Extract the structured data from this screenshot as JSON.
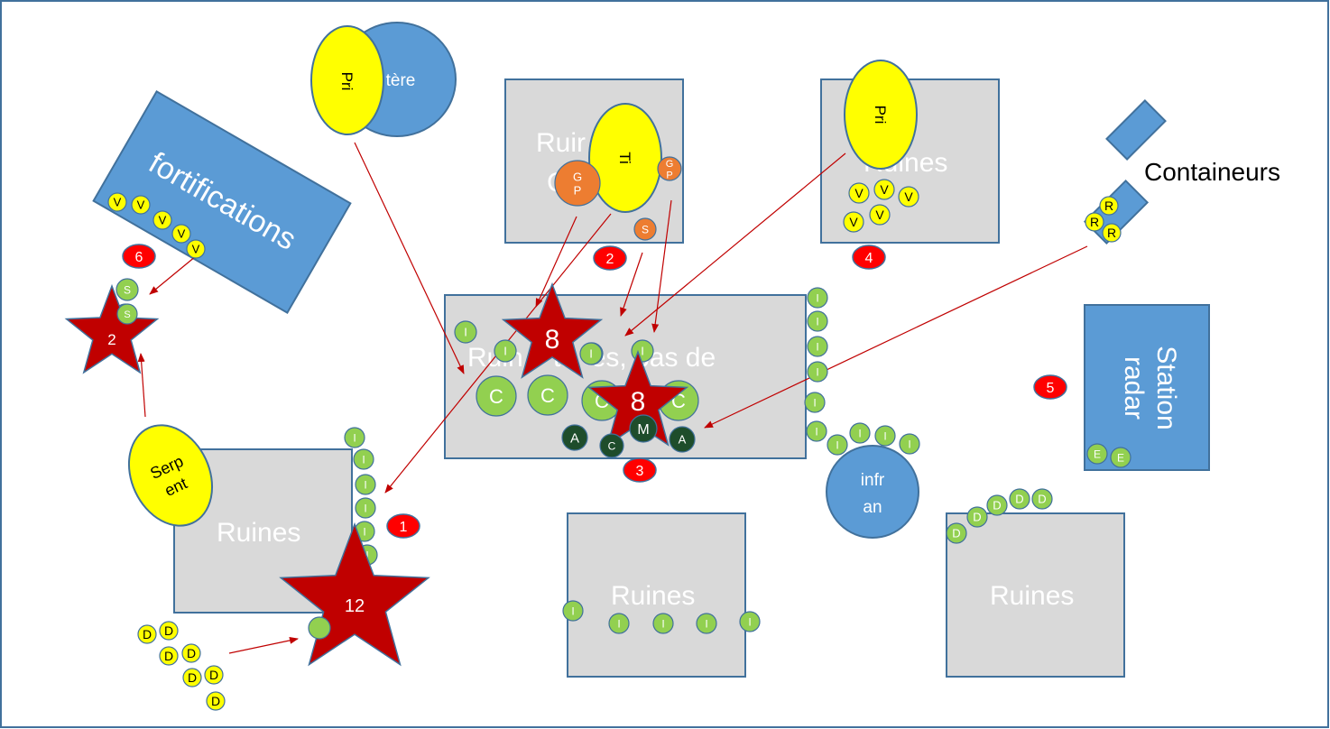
{
  "colors": {
    "ruin_fill": "#d9d9d9",
    "ruin_stroke": "#41719c",
    "blue": "#5b9bd5",
    "yellow": "#ffff00",
    "green": "#92d050",
    "dark_green": "#1e4d2b",
    "orange": "#ed7d31",
    "red_badge": "#ff0000",
    "star_fill": "#c00000",
    "arrow": "#c00000",
    "frame": "#41719c"
  },
  "labels": {
    "fortifications": "fortifications",
    "containeurs": "Containeurs",
    "station_radar_line1": "Station",
    "station_radar_line2": "radar",
    "cimetiere": "tère",
    "infran_line1": "infr",
    "infran_line2": "an",
    "serpent_line1": "Serp",
    "serpent_line2": "ent",
    "ruins_top": "Ruir",
    "ruins_top_2": "C",
    "ruins_right_top": "Ruines",
    "ruins_center": "Ruin    ta  es, pas de",
    "ruins_left_bottom": "Ruines",
    "ruins_center_bottom": "Ruines",
    "ruins_right_bottom": "Ruines",
    "pri_1": "Pri",
    "pri_2": "Pri",
    "ti": "Ti"
  },
  "stars": [
    {
      "id": "star-left",
      "value": "2"
    },
    {
      "id": "star-center-a",
      "value": "8"
    },
    {
      "id": "star-center-b",
      "value": "8"
    },
    {
      "id": "star-bottom",
      "value": "12"
    }
  ],
  "badges": [
    "6",
    "2",
    "4",
    "5",
    "3",
    "1"
  ],
  "tokens": {
    "V": "V",
    "R": "R",
    "I": "I",
    "C": "C",
    "A": "A",
    "M": "M",
    "S": "S",
    "GP_G": "G",
    "GP_P": "P",
    "E": "E",
    "D": "D",
    "c_small": "C"
  }
}
